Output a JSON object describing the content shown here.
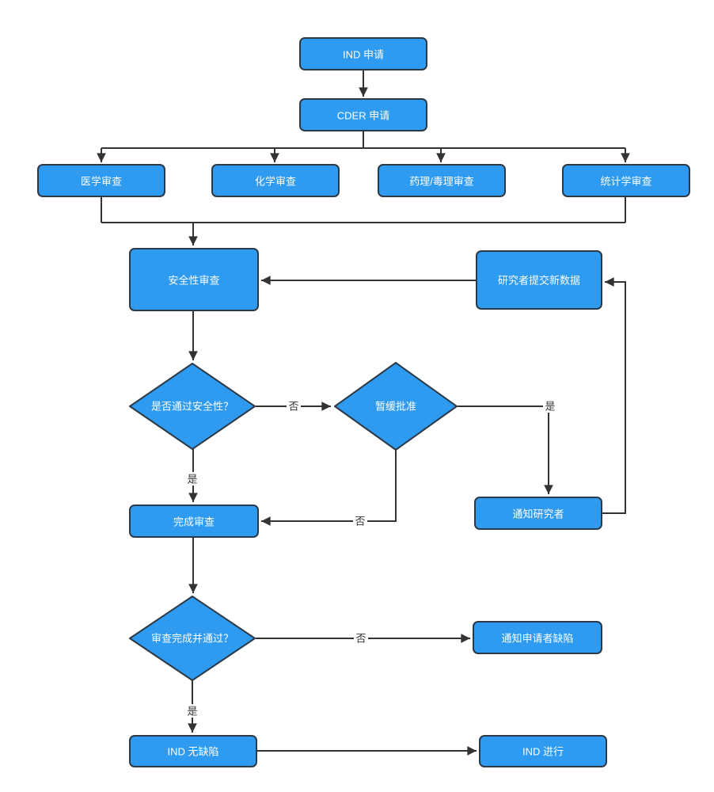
{
  "diagram": {
    "colors": {
      "background": "#FFFFFF",
      "node_fill": "#2E9AF0",
      "node_border": "#2C3A47",
      "node_text": "#FFFFFF",
      "connector": "#333333",
      "edge_label_text": "#333333"
    },
    "nodes": {
      "ind_application": {
        "label": "IND 申请",
        "type": "process"
      },
      "cder_application": {
        "label": "CDER 申请",
        "type": "process"
      },
      "medical_review": {
        "label": "医学审查",
        "type": "process"
      },
      "chemistry_review": {
        "label": "化学审查",
        "type": "process"
      },
      "pharmtox_review": {
        "label": "药理/毒理审查",
        "type": "process"
      },
      "statistics_review": {
        "label": "统计学审查",
        "type": "process"
      },
      "safety_review": {
        "label": "安全性审查",
        "type": "process"
      },
      "new_data": {
        "label": "研究者提交新数据",
        "type": "process"
      },
      "decision_safety": {
        "label": "是否通过安全性？",
        "type": "decision"
      },
      "decision_hold": {
        "label": "暂缓批准",
        "type": "decision"
      },
      "notify_researcher": {
        "label": "通知研究者",
        "type": "process"
      },
      "complete_review": {
        "label": "完成审查",
        "type": "process"
      },
      "decision_complete": {
        "label": "审查完成并通过？",
        "type": "decision"
      },
      "notify_applicant": {
        "label": "通知申请者缺陷",
        "type": "process"
      },
      "ind_no_defect": {
        "label": "IND 无缺陷",
        "type": "process"
      },
      "ind_proceed": {
        "label": "IND 进行",
        "type": "process"
      }
    },
    "edge_labels": {
      "safety_no": "否",
      "safety_yes": "是",
      "hold_yes": "是",
      "hold_no": "否",
      "complete_no": "否",
      "complete_yes": "是"
    }
  }
}
